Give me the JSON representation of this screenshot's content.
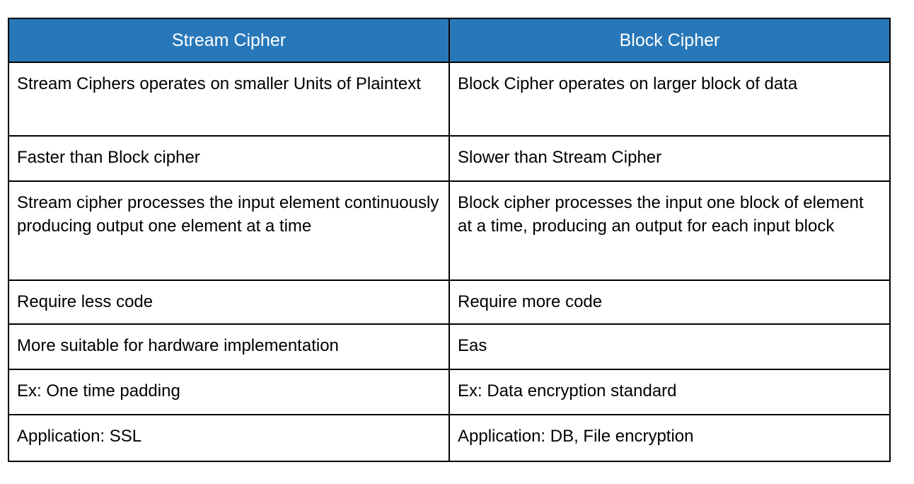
{
  "table": {
    "title": "Stream Cipher vs Block Cipher comparison table",
    "colors": {
      "header_bg": "#2878B9",
      "header_text": "#FFFFFF",
      "border": "#000000",
      "cell_bg": "#FFFFFF",
      "cell_text": "#000000"
    },
    "headers": [
      {
        "label": "Stream Cipher"
      },
      {
        "label": "Block Cipher"
      }
    ],
    "rows": [
      [
        "Stream Ciphers operates on smaller Units of Plaintext",
        "Block Cipher operates on larger block of data"
      ],
      [
        "Faster than Block cipher",
        "Slower than Stream Cipher"
      ],
      [
        "Stream cipher processes the input element continuously producing output one element at a time",
        "Block cipher processes the input one block of element at a time, producing an output for each input block"
      ],
      [
        "Require less code",
        "Require more code"
      ],
      [
        "More suitable for hardware implementation",
        "Eas"
      ],
      [
        "Ex: One time padding",
        "Ex: Data encryption standard"
      ],
      [
        "Application: SSL",
        "Application: DB, File encryption"
      ]
    ]
  }
}
